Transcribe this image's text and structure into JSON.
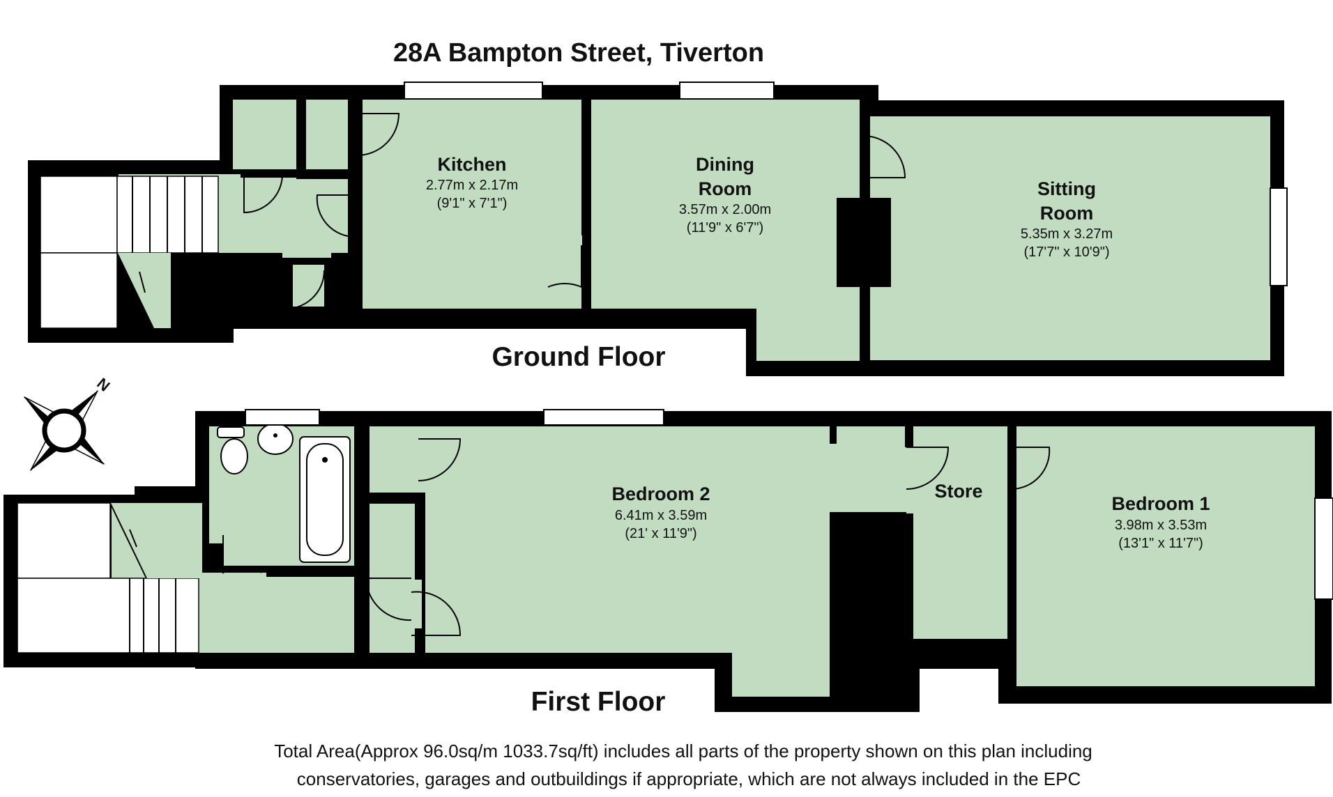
{
  "title": "28A Bampton Street, Tiverton",
  "ground_floor": {
    "label": "Ground Floor",
    "rooms": [
      {
        "name": "Kitchen",
        "dims_m": "2.77m x 2.17m",
        "dims_ft": "(9'1\" x 7'1\")"
      },
      {
        "name_line1": "Dining",
        "name_line2": "Room",
        "dims_m": "3.57m x 2.00m",
        "dims_ft": "(11'9\" x 6'7\")"
      },
      {
        "name_line1": "Sitting",
        "name_line2": "Room",
        "dims_m": "5.35m x 3.27m",
        "dims_ft": "(17'7\" x 10'9\")"
      }
    ]
  },
  "first_floor": {
    "label": "First Floor",
    "rooms": [
      {
        "name": "Bedroom 2",
        "dims_m": "6.41m x 3.59m",
        "dims_ft": "(21' x 11'9\")"
      },
      {
        "name": "Store"
      },
      {
        "name": "Bedroom 1",
        "dims_m": "3.98m x 3.53m",
        "dims_ft": "(13'1\" x 11'7\")"
      }
    ]
  },
  "compass": {
    "label": "N",
    "icon": "compass-rose-icon"
  },
  "footer": {
    "line1": "Total Area(Approx 96.0sq/m 1033.7sq/ft) includes all parts of the property shown on this plan including",
    "line2": "conservatories, garages and outbuildings if appropriate, which are not always included in the EPC"
  },
  "colors": {
    "floor": "#c2dcc2",
    "wall": "#000000"
  }
}
